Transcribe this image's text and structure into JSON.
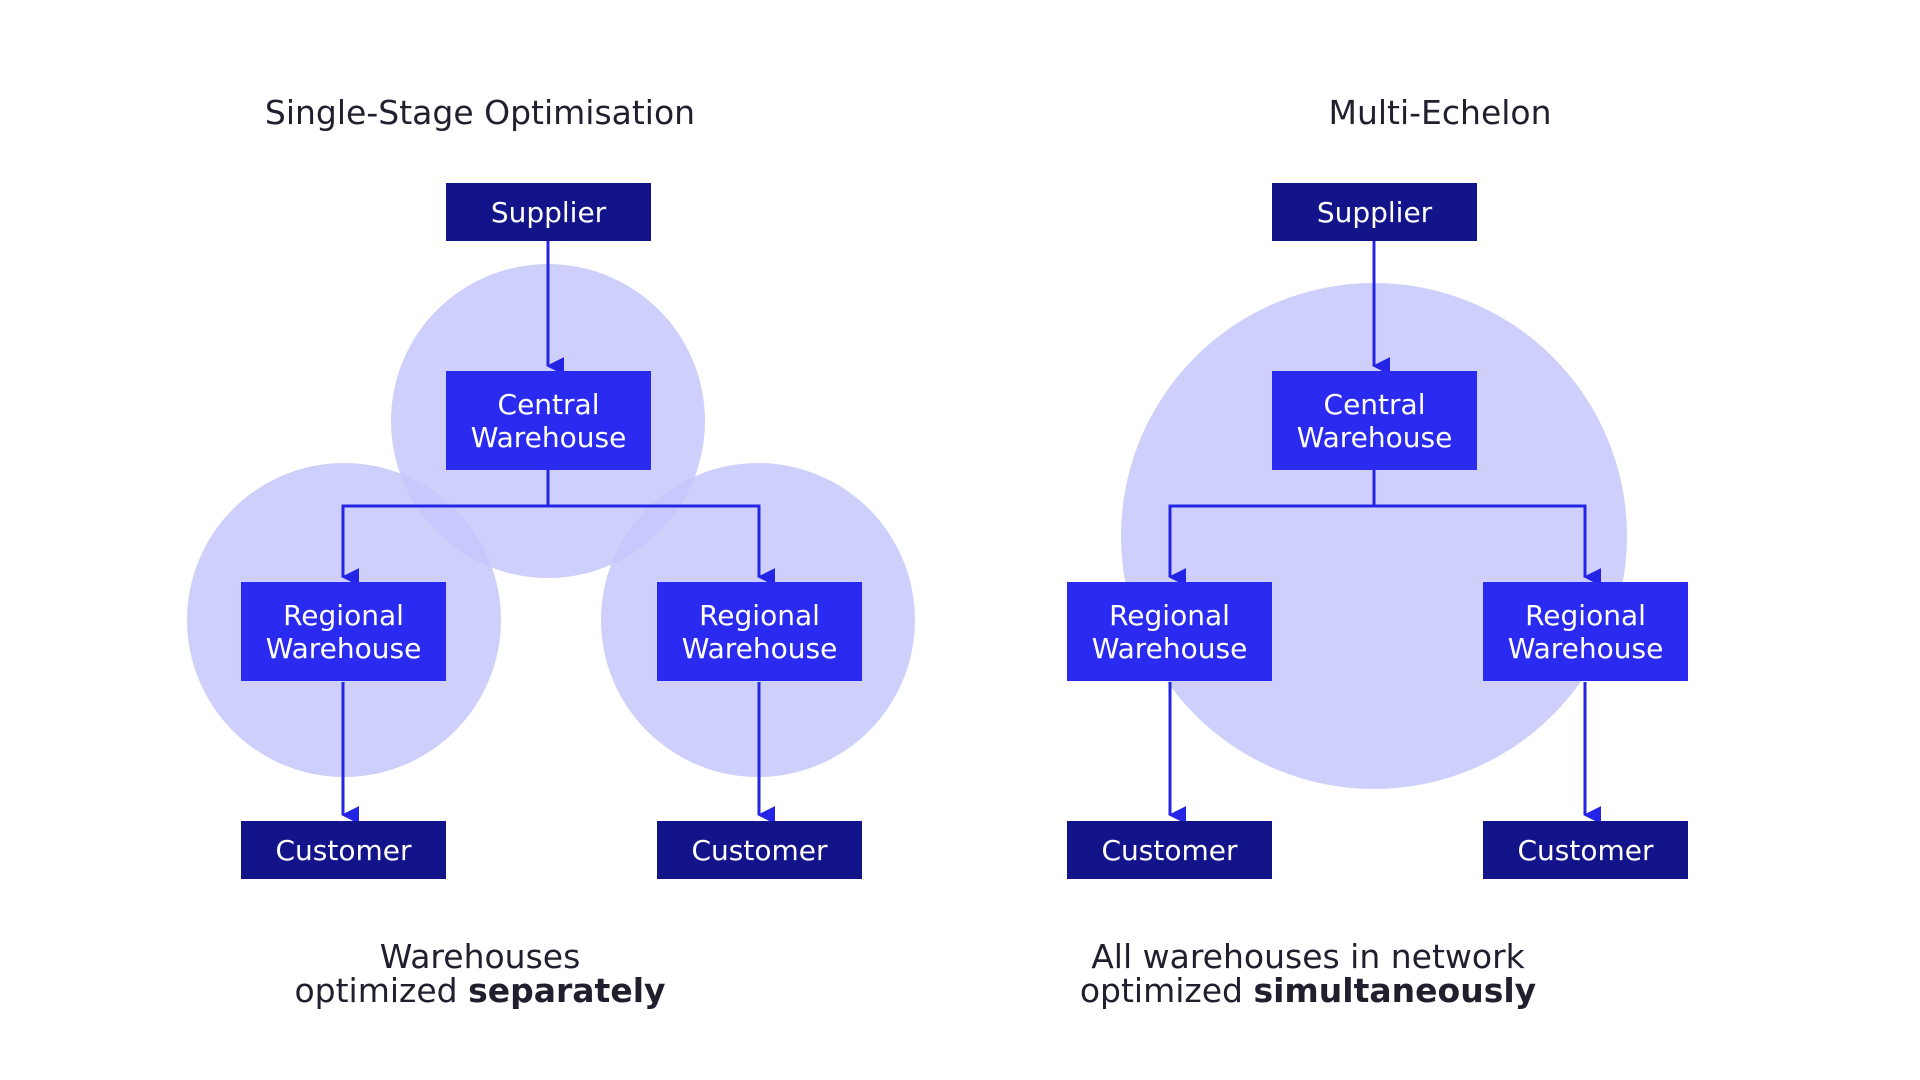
{
  "colors": {
    "circle": "#c7c7fb",
    "connector": "#2424e6",
    "node_dark": "#14148a",
    "node_bright": "#2a2af0",
    "text": "#1f1f2e"
  },
  "left": {
    "title": "Single-Stage Optimisation",
    "supplier": "Supplier",
    "central": "Central Warehouse",
    "regional_1": "Regional Warehouse",
    "regional_2": "Regional Warehouse",
    "customer_1": "Customer",
    "customer_2": "Customer",
    "caption_line1": "Warehouses",
    "caption_line2_prefix": "optimized",
    "caption_line2_bold": "separately"
  },
  "right": {
    "title": "Multi-Echelon",
    "supplier": "Supplier",
    "central": "Central Warehouse",
    "regional_1": "Regional Warehouse",
    "regional_2": "Regional Warehouse",
    "customer_1": "Customer",
    "customer_2": "Customer",
    "caption_line1": "All warehouses in network",
    "caption_line2_prefix": "optimized",
    "caption_line2_bold": "simultaneously"
  }
}
